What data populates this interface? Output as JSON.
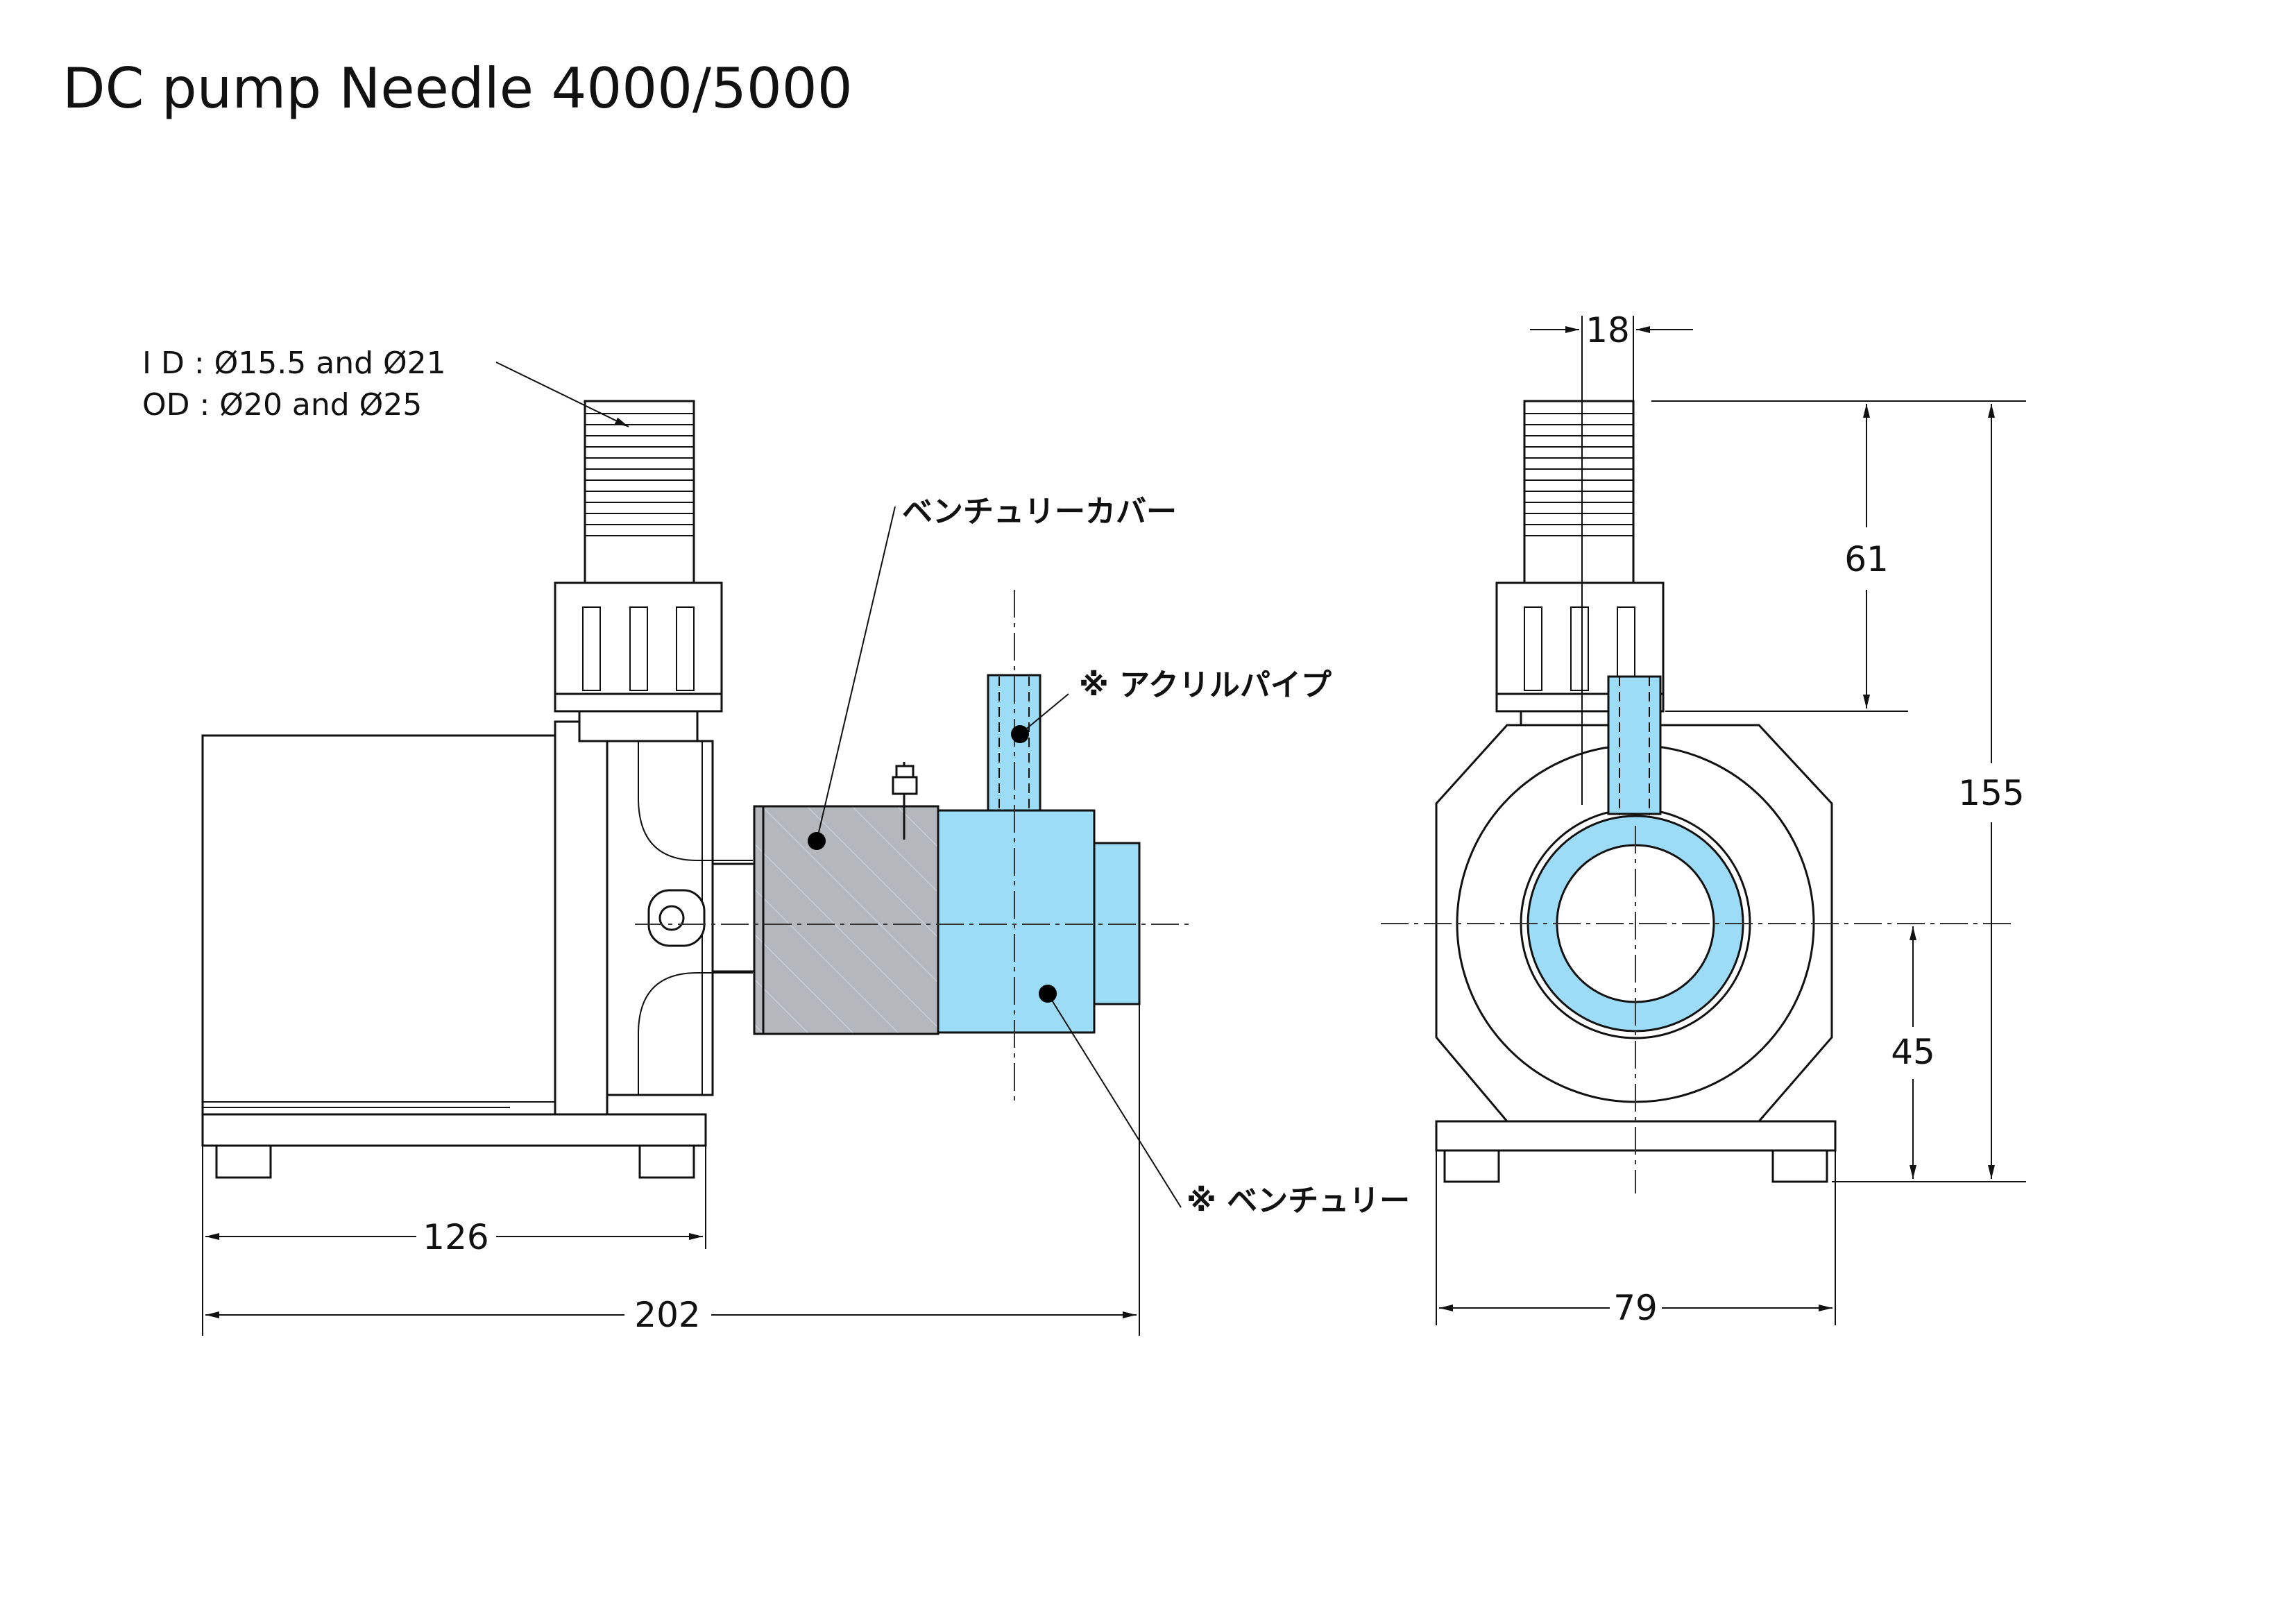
{
  "title": "DC pump Needle 4000/5000",
  "diameter_note": {
    "line1": "I D : Ø15.5 and  Ø21",
    "line2": "OD : Ø20   and  Ø25"
  },
  "labels": {
    "venturi_cover": "ベンチュリーカバー",
    "acrylic_pipe": "※ アクリルパイプ",
    "venturi": "※ ベンチュリー"
  },
  "dimensions": {
    "length_126": "126",
    "length_202": "202",
    "width_79": "79",
    "height_155": "155",
    "height_61": "61",
    "height_45": "45",
    "pipe_18": "18"
  },
  "colors": {
    "venturi_blue": "#9ddcf6",
    "cover_gray": "#b4b7bb"
  }
}
